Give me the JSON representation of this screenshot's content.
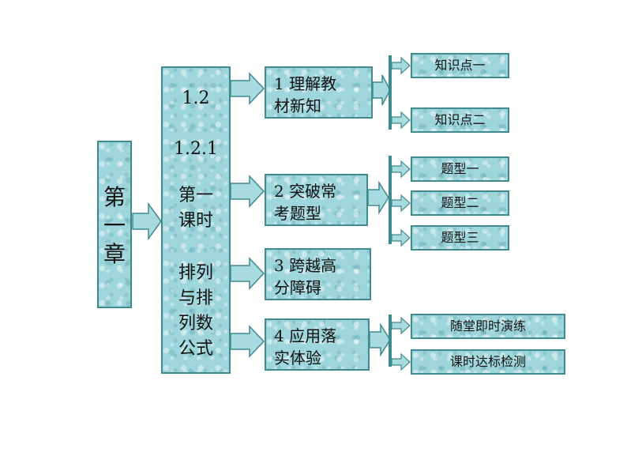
{
  "chapter": {
    "lines": [
      "第",
      "一",
      "章"
    ]
  },
  "lesson": {
    "section": "1.2",
    "subsection": "1.2.1",
    "period_lines": [
      "第一",
      "课时"
    ],
    "topic_lines": [
      "排列",
      "与排",
      "列数",
      "公式"
    ]
  },
  "modules": [
    {
      "lines": [
        "1 理解教",
        "材新知"
      ],
      "children": [
        "知识点一",
        "知识点二"
      ]
    },
    {
      "lines": [
        "2 突破常",
        "考题型"
      ],
      "children": [
        "题型一",
        "题型二",
        "题型三"
      ]
    },
    {
      "lines": [
        "3 跨越高",
        "分障碍"
      ],
      "children": []
    },
    {
      "lines": [
        "4 应用落",
        "实体验"
      ],
      "children": [
        "随堂即时演练",
        "课时达标检测"
      ]
    }
  ],
  "colors": {
    "box_fill": "#9fd6db",
    "box_border": "#3f8a8e",
    "arrow_fill": "#a8dbe0"
  }
}
